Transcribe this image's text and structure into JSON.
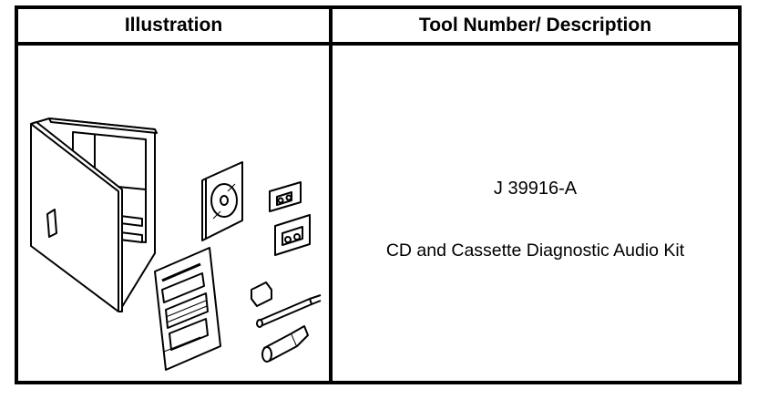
{
  "table": {
    "header": {
      "illustration": "Illustration",
      "tool": "Tool Number/ Description"
    },
    "row": {
      "tool_number": "J 39916-A",
      "description": "CD and Cassette Diagnostic Audio Kit",
      "illustration_icon": "cd-cassette-audio-kit-illustration"
    }
  }
}
